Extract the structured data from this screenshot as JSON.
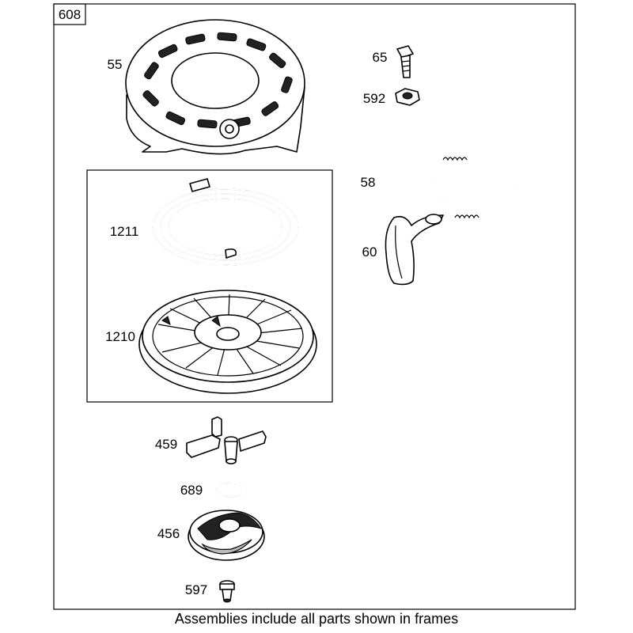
{
  "diagram": {
    "page_label": "608",
    "footer_note": "Assemblies include all parts shown in frames",
    "callouts": {
      "c55": "55",
      "c65": "65",
      "c592": "592",
      "c58": "58",
      "c60": "60",
      "c1211": "1211",
      "c1210": "1210",
      "c459": "459",
      "c689": "689",
      "c456": "456",
      "c597": "597"
    }
  }
}
